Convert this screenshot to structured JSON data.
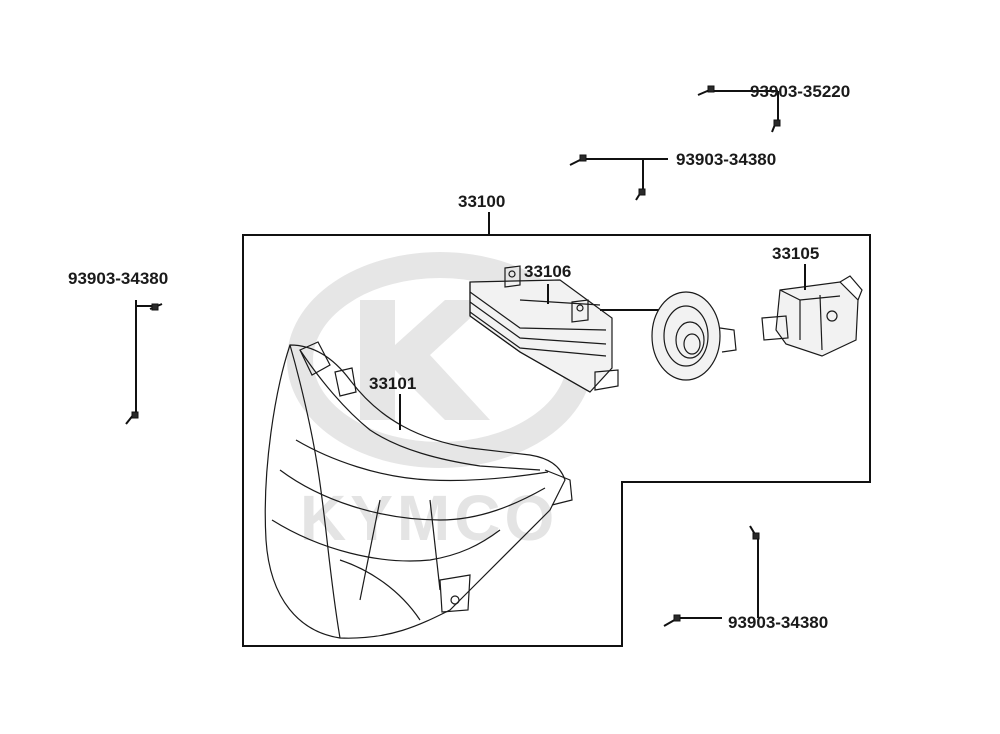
{
  "watermark": {
    "brand": "KYMCO"
  },
  "labels": {
    "screw_top": "93903-35220",
    "screw_mid": "93903-34380",
    "screw_left": "93903-34380",
    "screw_bottom": "93903-34380",
    "assembly": "33100",
    "lens": "33101",
    "ballast": "33106",
    "bulb_socket": "33105"
  }
}
